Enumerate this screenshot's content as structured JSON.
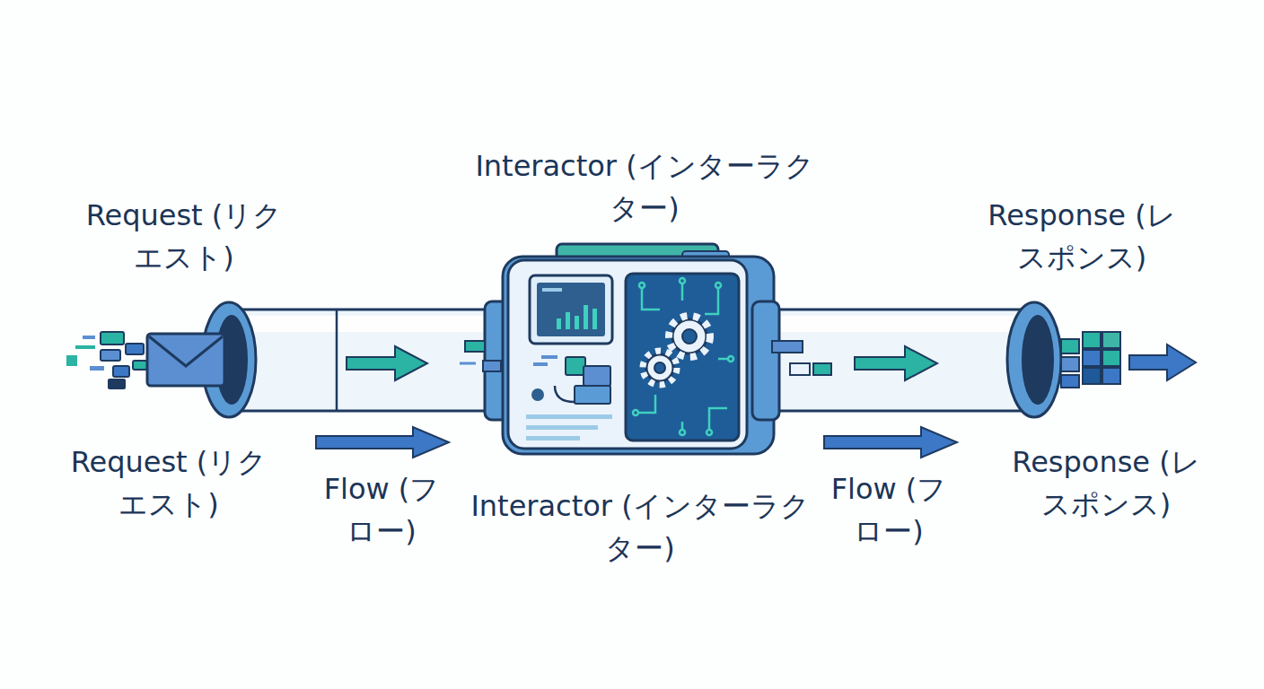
{
  "diagram": {
    "nodes": [
      {
        "text": [
          "Request (リクエスト)"
        ]
      },
      {
        "text": [
          "Interactor (インターラクター)"
        ]
      },
      {
        "text": [
          "Response (レスポンス)"
        ]
      }
    ],
    "labels": [
      "Request (リクエスト)",
      "Flow (フロー)",
      "Interactor (インターラクター)",
      "Flow (フロー)",
      "Response (レスポンス)"
    ]
  }
}
